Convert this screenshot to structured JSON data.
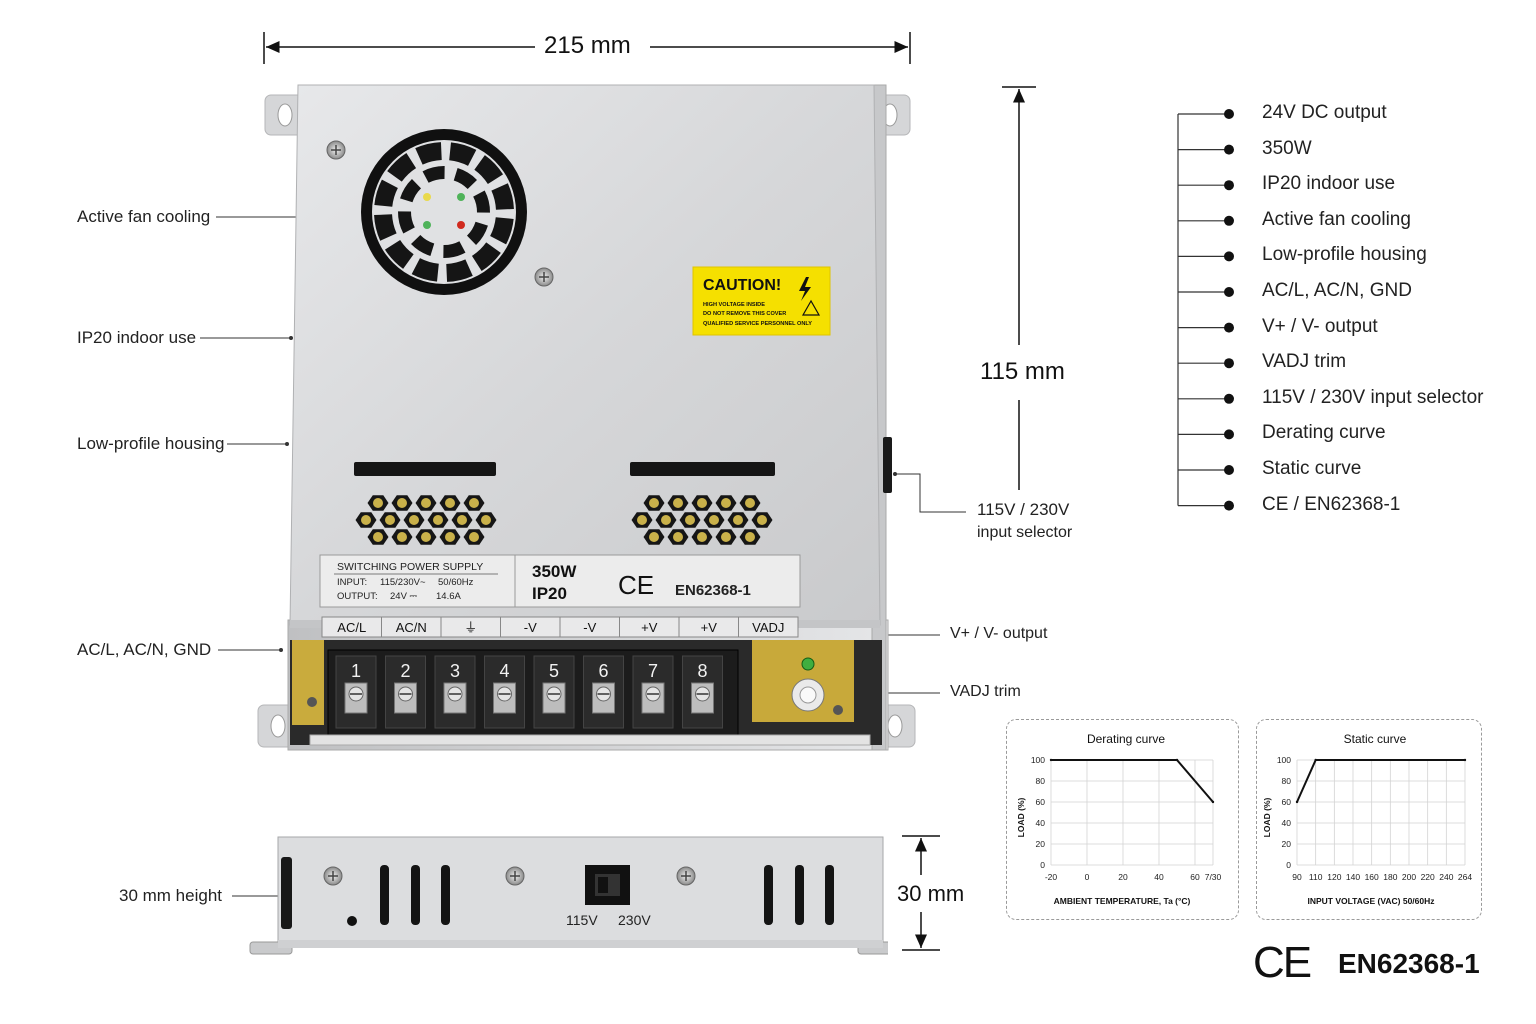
{
  "dimensions": {
    "width": "215 mm",
    "height": "115 mm",
    "depth": "30 mm"
  },
  "left_callouts": {
    "fan": "Active fan cooling",
    "ip": "IP20 indoor use",
    "housing": "Low-profile housing",
    "terminals": "AC/L, AC/N, GND",
    "height": "30 mm height"
  },
  "right_callouts": {
    "selector_line1": "115V / 230V",
    "selector_line2": "input selector",
    "output": "V+ / V- output",
    "vadj": "VADJ trim"
  },
  "features": [
    "24V DC output",
    "350W",
    "IP20 indoor use",
    "Active fan cooling",
    "Low-profile housing",
    "AC/L, AC/N, GND",
    "V+ / V- output",
    "VADJ trim",
    "115V / 230V input selector",
    "Derating curve",
    "Static curve",
    "CE / EN62368-1"
  ],
  "caution": {
    "title": "CAUTION!",
    "line1": "HIGH VOLTAGE INSIDE",
    "line2": "DO NOT REMOVE THIS COVER",
    "line3": "QUALIFIED SERVICE PERSONNEL ONLY"
  },
  "rating_label": {
    "header": "SWITCHING POWER SUPPLY",
    "input_label": "INPUT:",
    "input_value": "115/230V~",
    "input_freq": "50/60Hz",
    "output_label": "OUTPUT:",
    "output_value": "24V ⎓",
    "output_current": "14.6A",
    "power": "350W",
    "ip": "IP20",
    "ce": "CE",
    "standard": "EN62368-1"
  },
  "terminal_labels": [
    "AC/L",
    "AC/N",
    "⏚",
    "-V",
    "-V",
    "+V",
    "+V",
    "VADJ"
  ],
  "terminal_numbers": [
    "1",
    "2",
    "3",
    "4",
    "5",
    "6",
    "7",
    "8"
  ],
  "switch_labels": {
    "left": "115V",
    "right": "230V"
  },
  "certification": {
    "mark": "CE",
    "standard": "EN62368-1"
  },
  "colors": {
    "housing": "#d9dadc",
    "caution_yellow": "#f5e000",
    "terminal_block": "#1e1e1e",
    "pcb_yellow": "#c8a93a",
    "fan_black": "#151515"
  },
  "chart_data": [
    {
      "type": "line",
      "title": "Derating curve",
      "xlabel": "AMBIENT TEMPERATURE, Ta (°C)",
      "ylabel": "LOAD (%)",
      "x_ticks": [
        "-20",
        "0",
        "20",
        "40",
        "60",
        "7/30"
      ],
      "y_ticks": [
        "0",
        "20",
        "40",
        "60",
        "80",
        "100"
      ],
      "xlim": [
        -20,
        70
      ],
      "ylim": [
        0,
        100
      ],
      "grid": true,
      "x": [
        -20,
        50,
        70
      ],
      "y": [
        100,
        100,
        60
      ]
    },
    {
      "type": "line",
      "title": "Static curve",
      "xlabel": "INPUT VOLTAGE (VAC) 50/60Hz",
      "ylabel": "LOAD (%)",
      "x_ticks": [
        "90",
        "110",
        "120",
        "140",
        "160",
        "180",
        "200",
        "220",
        "240",
        "264"
      ],
      "y_ticks": [
        "0",
        "20",
        "40",
        "60",
        "80",
        "100"
      ],
      "xlim": [
        90,
        264
      ],
      "ylim": [
        0,
        100
      ],
      "grid": true,
      "x": [
        90,
        110,
        264
      ],
      "y": [
        60,
        100,
        100
      ]
    }
  ]
}
